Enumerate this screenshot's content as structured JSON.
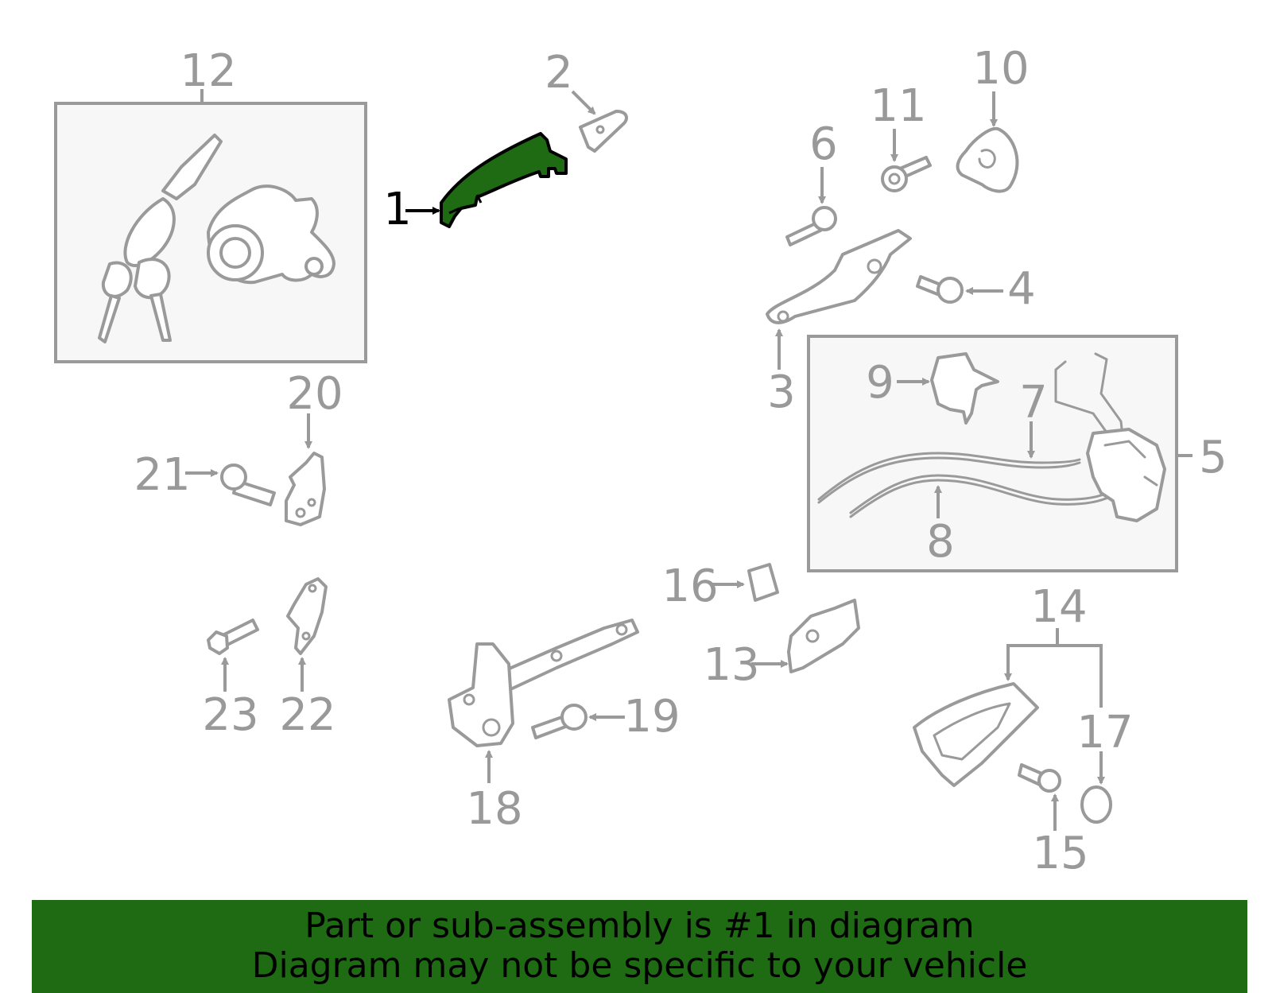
{
  "diagram": {
    "highlighted_part": "1",
    "highlight_color": "#1f6b14",
    "callouts": [
      "1",
      "2",
      "3",
      "4",
      "5",
      "6",
      "7",
      "8",
      "9",
      "10",
      "11",
      "12",
      "13",
      "14",
      "15",
      "16",
      "17",
      "18",
      "19",
      "20",
      "21",
      "22",
      "23"
    ]
  },
  "banner": {
    "line1": "Part or sub-assembly is #1 in diagram",
    "line2": "Diagram may not be specific to your vehicle",
    "background_color": "#1f6b14"
  }
}
